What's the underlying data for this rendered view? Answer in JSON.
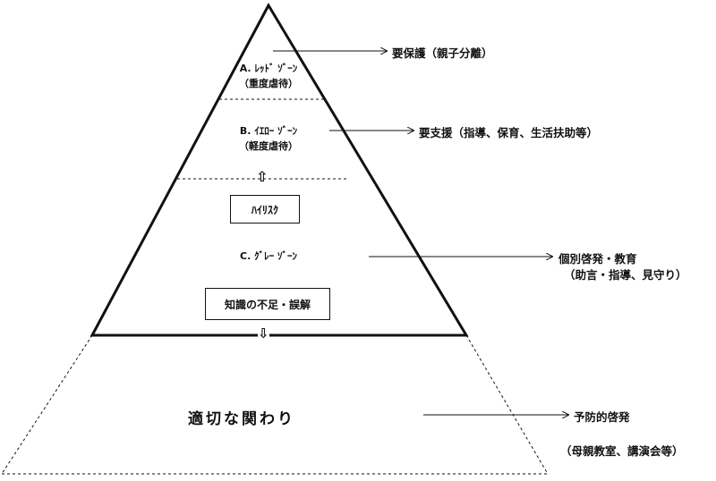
{
  "zones": {
    "red": {
      "line1": "A. ﾚｯﾄﾞ ｿﾞｰﾝ",
      "line2": "（重度虐待）",
      "action": "要保護（親子分離）"
    },
    "yellow": {
      "line1": "B. ｲｴﾛｰ ｿﾞｰﾝ",
      "line2": "（軽度虐待）",
      "action": "要支援（指導、保育、生活扶助等）"
    },
    "gray": {
      "label": "C. ｸﾞﾚｰ ｿﾞｰﾝ",
      "action": "個別啓発・教育",
      "action_sub": "（助言・指導、見守り）"
    },
    "base": {
      "label": "適切な関わり",
      "action": "予防的啓発",
      "action_sub": "（母親教室、講演会等）"
    }
  },
  "boxes": {
    "high_risk": "ﾊｲﾘｽｸ",
    "knowledge": "知識の不足・誤解"
  },
  "arrows": {
    "up": "⇧",
    "down": "⇩"
  }
}
